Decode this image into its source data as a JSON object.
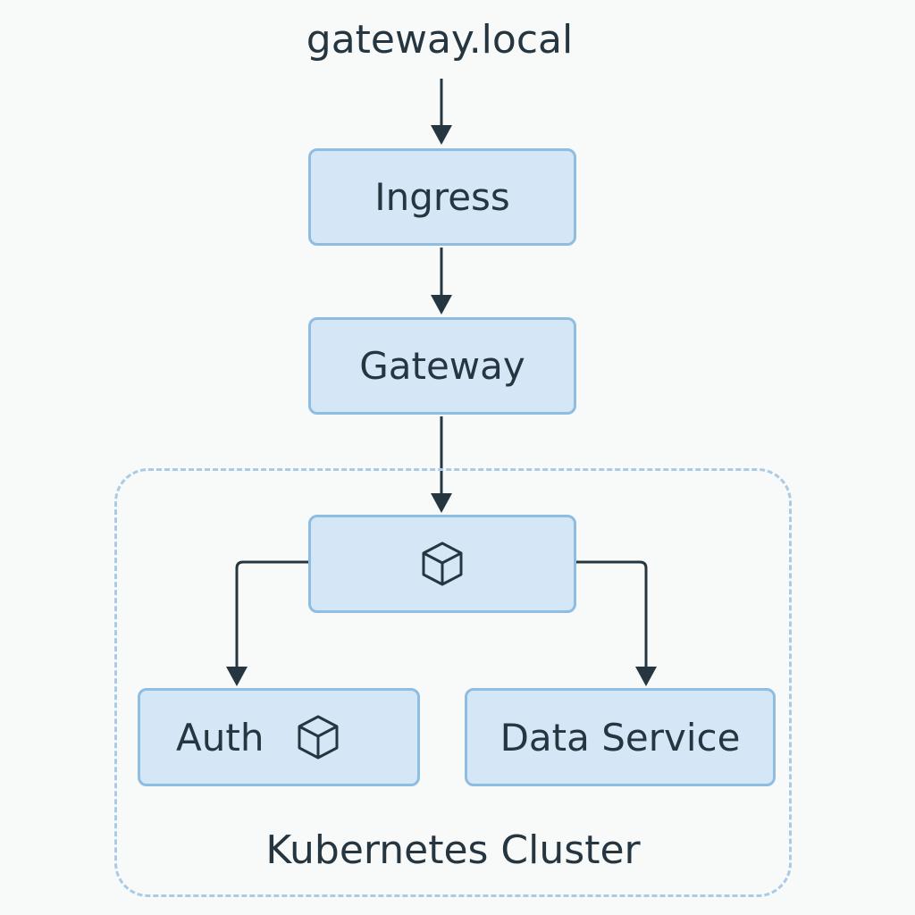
{
  "host": {
    "label": "gateway.local"
  },
  "nodes": {
    "ingress": {
      "label": "Ingress"
    },
    "gateway": {
      "label": "Gateway"
    },
    "service": {
      "icon": "cube-icon"
    },
    "auth": {
      "label": "Auth",
      "icon": "cube-icon"
    },
    "data_service": {
      "label": "Data Service"
    }
  },
  "cluster": {
    "label": "Kubernetes Cluster"
  },
  "colors": {
    "background": "#f8f9f9",
    "node_fill": "#d5e7f7",
    "node_border": "#8fbde2",
    "cluster_border": "#a9cbe6",
    "arrow": "#263640",
    "text": "#263640"
  }
}
